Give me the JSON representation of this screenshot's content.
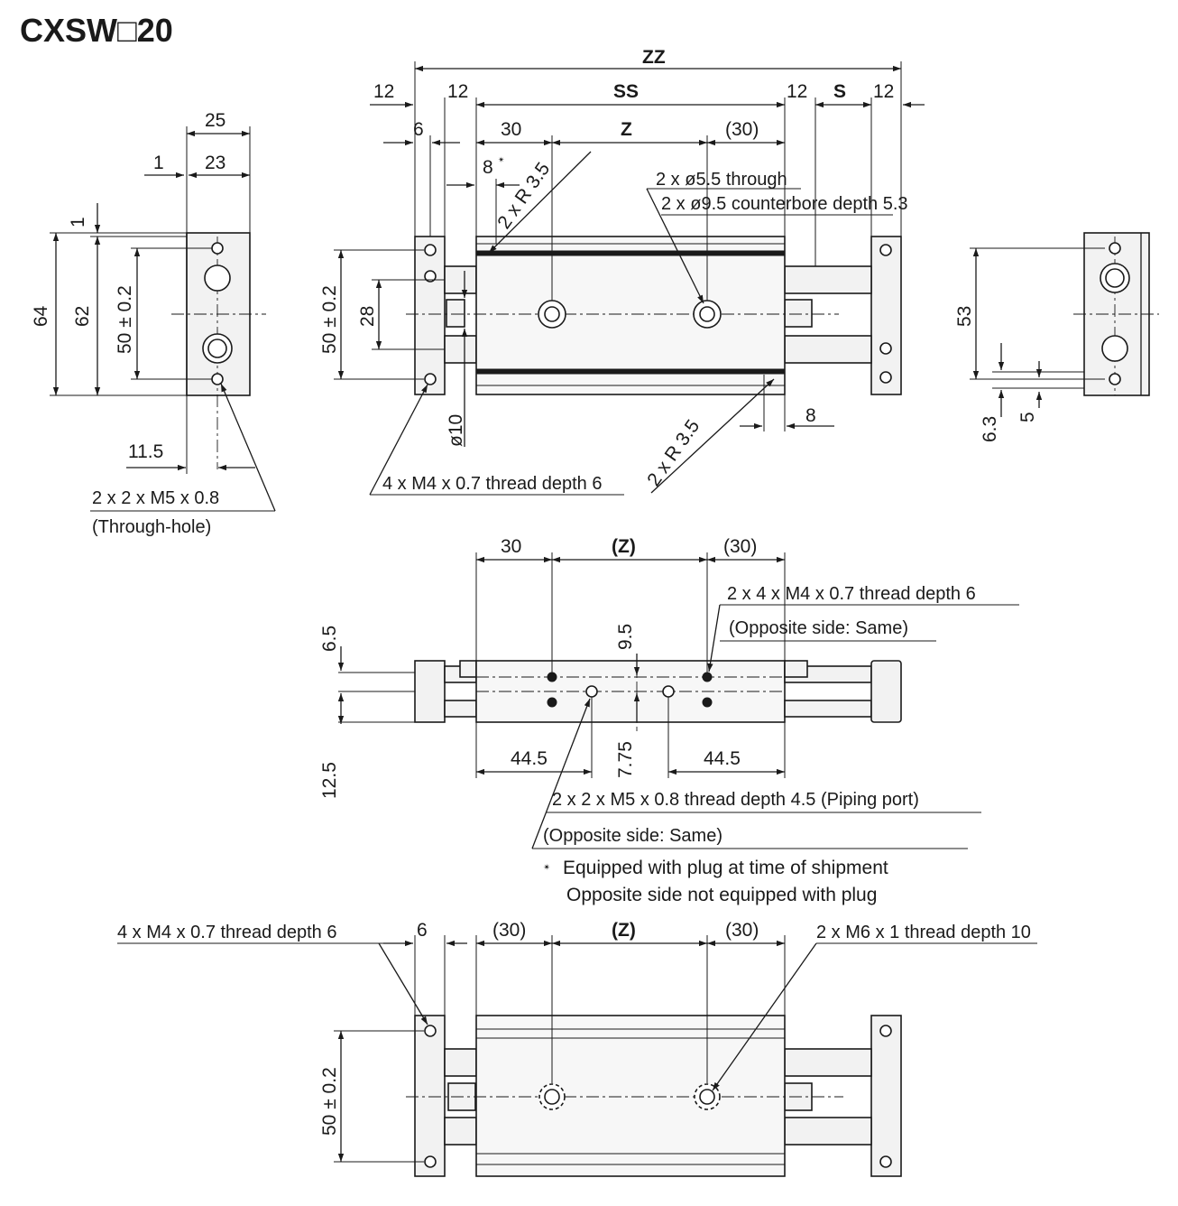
{
  "title": "CXSW□20",
  "top_view": {
    "zz": "ZZ",
    "d12_left": "12",
    "d12_b": "12",
    "ss": "SS",
    "d12_c": "12",
    "s": "S",
    "d12_right": "12",
    "d6": "6",
    "d30": "30",
    "z": "Z",
    "d30_paren": "(30)",
    "d8": "8",
    "mark": "✴",
    "r35_top": "2 x R 3.5",
    "through": "2 x ø5.5 through",
    "counterbore": "2 x ø9.5 counterbore depth 5.3",
    "d50": "50 ± 0.2",
    "d28": "28",
    "d10": "ø10",
    "d8b": "8",
    "r35_bottom": "2 x R 3.5",
    "thread": "4 x M4 x 0.7 thread depth 6"
  },
  "left_view": {
    "d25": "25",
    "d1": "1",
    "d23": "23",
    "d1v": "1",
    "d64": "64",
    "d62": "62",
    "d50": "50 ± 0.2",
    "d11_5": "11.5",
    "hole_note": "2 x 2 x M5 x 0.8",
    "hole_note2": "(Through-hole)"
  },
  "right_view": {
    "d53": "53",
    "d6_3": "6.3",
    "d5": "5"
  },
  "side_view": {
    "d30": "30",
    "z": "(Z)",
    "d30_paren": "(30)",
    "d6_5": "6.5",
    "d9_5": "9.5",
    "d12_5": "12.5",
    "d7_75": "7.75",
    "d44_5_left": "44.5",
    "d44_5_right": "44.5",
    "thread_note": "2 x 4 x M4 x 0.7 thread depth 6",
    "thread_note2": "(Opposite side: Same)",
    "port_note": "2 x 2 x M5 x 0.8 thread depth 4.5 (Piping port)",
    "port_note2": "(Opposite side: Same)",
    "footnote1": "Equipped with plug at time of shipment",
    "footnote2": "Opposite side not equipped with plug",
    "footnote_mark": "✴"
  },
  "bottom_view": {
    "thread": "4 x M4 x 0.7 thread depth 6",
    "d6": "6",
    "d30_left": "(30)",
    "z": "(Z)",
    "d30_right": "(30)",
    "m6_note": "2 x M6 x 1 thread depth 10",
    "d50": "50 ± 0.2"
  }
}
